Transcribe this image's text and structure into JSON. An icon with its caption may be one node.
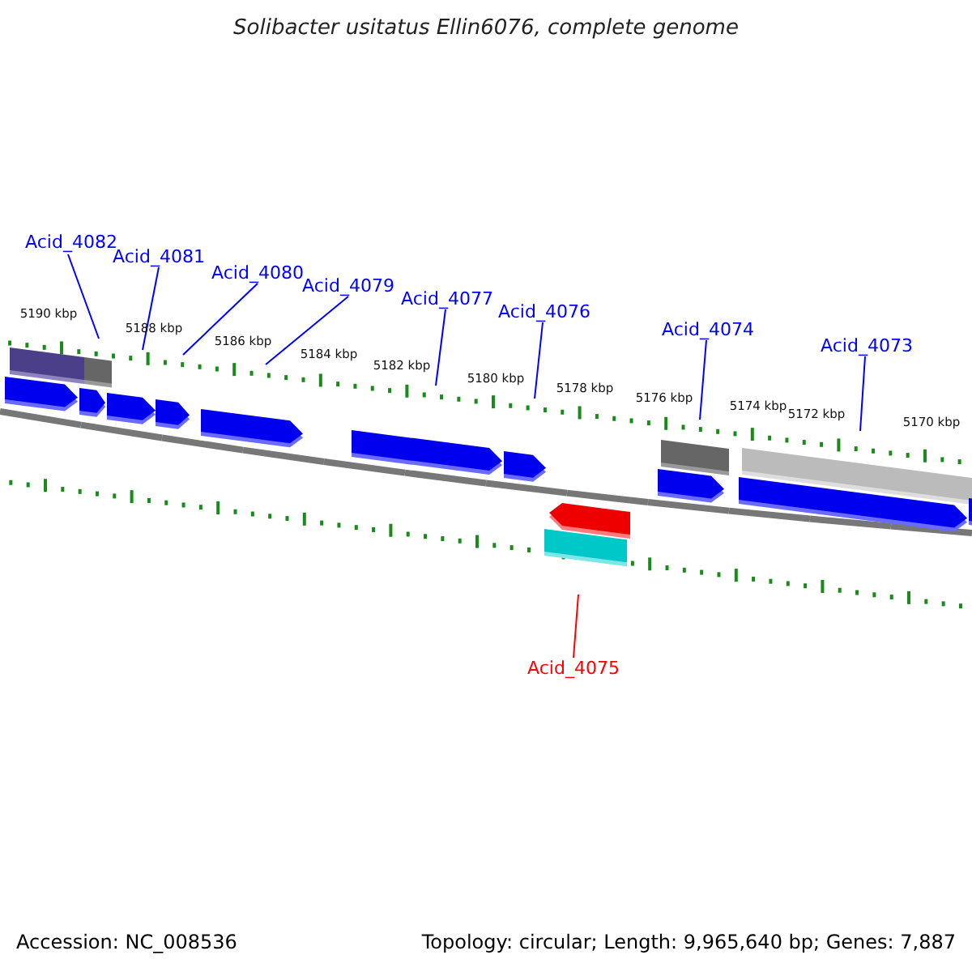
{
  "diagram": {
    "title": "Solibacter usitatus Ellin6076, complete genome",
    "nodes": [
      {
        "text": [
          "Acid_4082"
        ]
      },
      {
        "text": [
          "Acid_4081"
        ]
      },
      {
        "text": [
          "Acid_4080"
        ]
      },
      {
        "text": [
          "Acid_4079"
        ]
      },
      {
        "text": [
          "Acid_4077"
        ]
      },
      {
        "text": [
          "Acid_4076"
        ]
      },
      {
        "text": [
          "Acid_4074"
        ]
      },
      {
        "text": [
          "Acid_4073"
        ]
      },
      {
        "text": [
          "Acid_4075"
        ]
      }
    ],
    "edges": [
      {
        "from": 0,
        "to": null,
        "arrow": "none"
      },
      {
        "from": 1,
        "to": null,
        "arrow": "none"
      },
      {
        "from": 2,
        "to": null,
        "arrow": "none"
      },
      {
        "from": 3,
        "to": null,
        "arrow": "none"
      },
      {
        "from": 4,
        "to": null,
        "arrow": "none"
      },
      {
        "from": 5,
        "to": null,
        "arrow": "none"
      },
      {
        "from": 6,
        "to": null,
        "arrow": "none"
      },
      {
        "from": 7,
        "to": null,
        "arrow": "none"
      },
      {
        "from": 8,
        "to": null,
        "arrow": "none",
        "color": "#ff0000"
      }
    ],
    "labels": [
      "5190 kbp",
      "5188 kbp",
      "5186 kbp",
      "5184 kbp",
      "5182 kbp",
      "5180 kbp",
      "5178 kbp",
      "5176 kbp",
      "5174 kbp",
      "5172 kbp",
      "5170 kbp",
      "Accession: NC_008536",
      "Topology: circular; Length: 9,965,640 bp; Genes: 7,887"
    ]
  }
}
